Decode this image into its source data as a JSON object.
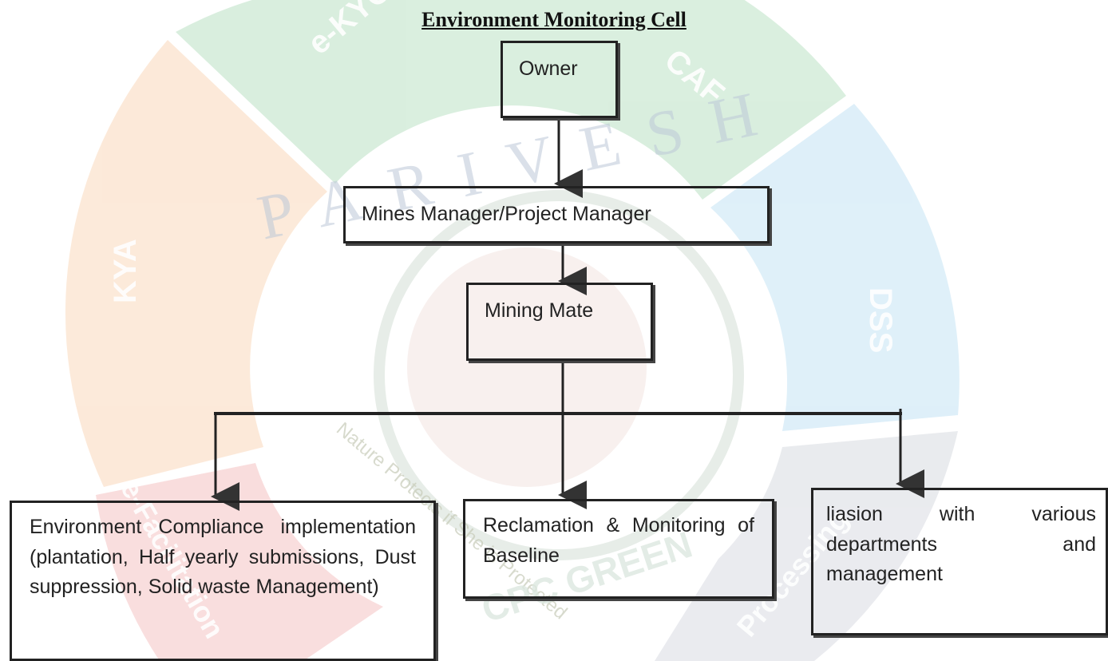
{
  "title": "Environment Monitoring Cell",
  "watermark": {
    "ring_labels": [
      "e-KYC",
      "CAF",
      "DSS",
      "KYA",
      "e-Facilitation",
      "Processing"
    ],
    "center_text": "PARIVESH",
    "tagline": "Nature Protects if She is Protected",
    "bottom_text": "CPC GREEN",
    "colors": {
      "green": "#cfe9d5",
      "orange": "#fbe3cf",
      "blue": "#d6ebf7",
      "red": "#f7d4d4",
      "gray": "#e4e6ea"
    }
  },
  "nodes": {
    "owner": "Owner",
    "manager": "Mines Manager/Project Manager",
    "mate": "Mining Mate",
    "env": "Environment Compliance implementation (plantation, Half yearly submissions, Dust suppression, Solid waste Management)",
    "reclamation": "Reclamation & Monitoring of Baseline",
    "liaison": "liasion with various departments and management"
  }
}
